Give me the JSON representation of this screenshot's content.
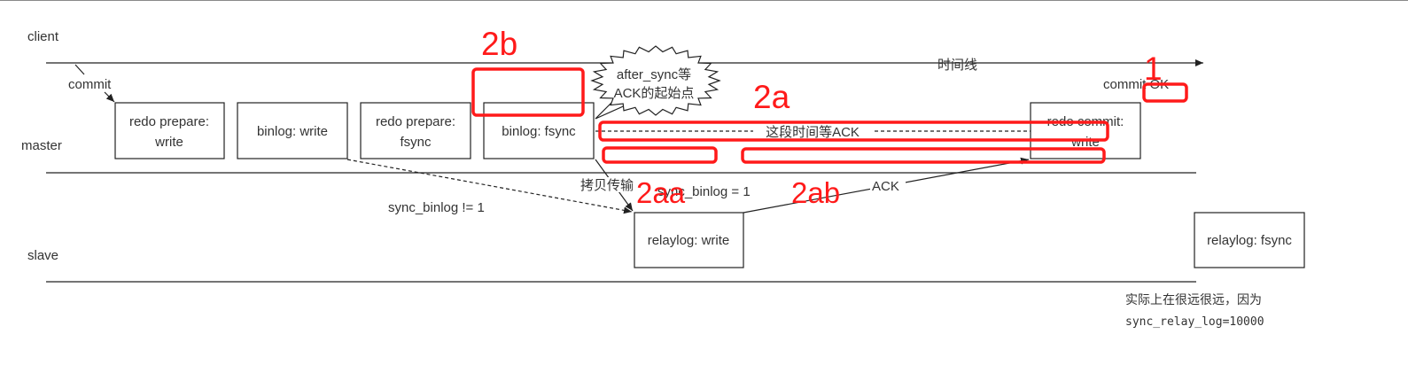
{
  "lanes": {
    "client": "client",
    "master": "master",
    "slave": "slave"
  },
  "timeline_label": "时间线",
  "commit_label": "commit",
  "commit_ok_label": "commit OK",
  "boxes": {
    "redo_prepare_write": {
      "line1": "redo prepare:",
      "line2": "write"
    },
    "binlog_write": {
      "line1": "binlog: write"
    },
    "redo_prepare_fsync": {
      "line1": "redo prepare:",
      "line2": "fsync"
    },
    "binlog_fsync": {
      "line1": "binlog: fsync"
    },
    "redo_commit_write": {
      "line1": "redo commit:",
      "line2": "write"
    },
    "relaylog_write": {
      "line1": "relaylog: write"
    },
    "relaylog_fsync": {
      "line1": "relaylog: fsync"
    }
  },
  "bubble": {
    "line1": "after_sync等",
    "line2": "ACK的起始点"
  },
  "wait_label": "这段时间等ACK",
  "arrows": {
    "sync_binlog_not_1": "sync_binlog != 1",
    "copy_transfer": "拷贝传输",
    "sync_binlog_1": "sync_binlog = 1",
    "ack": "ACK"
  },
  "annotations": {
    "a1": "1",
    "a2a": "2a",
    "a2b": "2b",
    "a2aa": "2aa",
    "a2ab": "2ab"
  },
  "annotation_color": "#ff1a1a",
  "note": {
    "line1": "实际上在很远很远，因为",
    "line2": "sync_relay_log=10000"
  }
}
